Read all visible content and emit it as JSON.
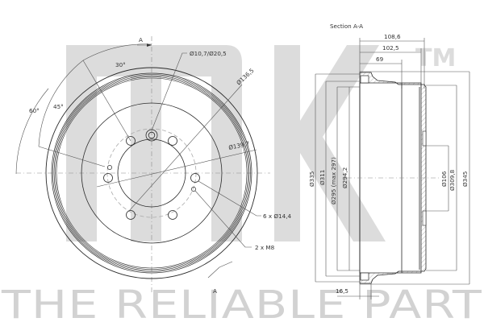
{
  "watermark": {
    "brand": "NK",
    "trademark": "TM",
    "slogan": "THE RELIABLE PART",
    "color": "#dcdcdc"
  },
  "front_view": {
    "section_marker_top": "A",
    "section_marker_bottom": "A",
    "angles": [
      "30°",
      "45°",
      "60°"
    ],
    "callouts": {
      "hub_hole": "Ø10,7/Ø20,5",
      "pilot_diameter": "Ø136,5",
      "bolt_circle": "Ø139,7",
      "bolt_holes": "6 x Ø14,4",
      "threaded_holes": "2 x M8"
    }
  },
  "section_view": {
    "title": "Section  A-A",
    "dims_horizontal": {
      "overall_depth": "108,6",
      "inner_depth": "102,5",
      "friction_depth": "69",
      "flange_thickness": "16,5"
    },
    "dims_vertical_left": {
      "d335": "Ø335",
      "d311": "Ø311",
      "d295": "Ø295  (max  297)",
      "d294": "Ø294,2"
    },
    "dims_vertical_right": {
      "d106": "Ø106",
      "d309": "Ø309,8",
      "d345": "Ø345"
    }
  },
  "colors": {
    "line": "#2b2b2b",
    "watermark": "#dcdcdc",
    "hatch": "#9a9a9a"
  }
}
